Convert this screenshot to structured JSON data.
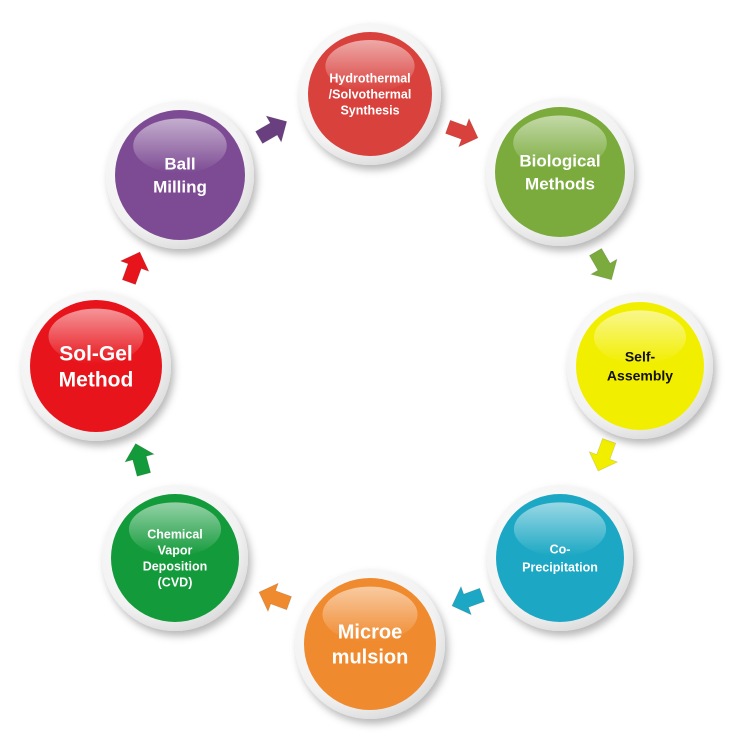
{
  "diagram": {
    "nodes": [
      {
        "id": "hydrothermal",
        "lines": [
          "Hydrothermal",
          "/Solvothermal",
          "Synthesis"
        ],
        "color": "#d9413d",
        "text_color": "#ffffff"
      },
      {
        "id": "biological",
        "lines": [
          "Biological",
          "Methods"
        ],
        "color": "#7aab3c",
        "text_color": "#ffffff"
      },
      {
        "id": "self-assembly",
        "lines": [
          "Self-",
          "Assembly"
        ],
        "color": "#f2ee00",
        "text_color": "#111111"
      },
      {
        "id": "co-precipitation",
        "lines": [
          "Co-",
          "Precipitation"
        ],
        "color": "#1ca8c4",
        "text_color": "#ffffff"
      },
      {
        "id": "microemulsion",
        "lines": [
          "Microe",
          "mulsion"
        ],
        "color": "#f08a2e",
        "text_color": "#ffffff"
      },
      {
        "id": "cvd",
        "lines": [
          "Chemical",
          "Vapor",
          "Deposition",
          "(CVD)"
        ],
        "color": "#139a3a",
        "text_color": "#ffffff"
      },
      {
        "id": "sol-gel",
        "lines": [
          "Sol-Gel",
          "Method"
        ],
        "color": "#e8141b",
        "text_color": "#ffffff"
      },
      {
        "id": "ball-milling",
        "lines": [
          "Ball",
          "Milling"
        ],
        "color": "#7d4b93",
        "text_color": "#ffffff"
      }
    ],
    "arrows": [
      {
        "id": "arrow-hydrothermal-to-biological",
        "color": "#d9413d"
      },
      {
        "id": "arrow-biological-to-self-assembly",
        "color": "#7aab3c"
      },
      {
        "id": "arrow-self-assembly-to-co-precipitation",
        "color": "#f2ee00"
      },
      {
        "id": "arrow-co-precipitation-to-microemulsion",
        "color": "#1ca8c4"
      },
      {
        "id": "arrow-microemulsion-to-cvd",
        "color": "#f08a2e"
      },
      {
        "id": "arrow-cvd-to-sol-gel",
        "color": "#139a3a"
      },
      {
        "id": "arrow-sol-gel-to-ball-milling",
        "color": "#e8141b"
      },
      {
        "id": "arrow-ball-milling-to-hydrothermal",
        "color": "#6a3f7f"
      }
    ]
  }
}
